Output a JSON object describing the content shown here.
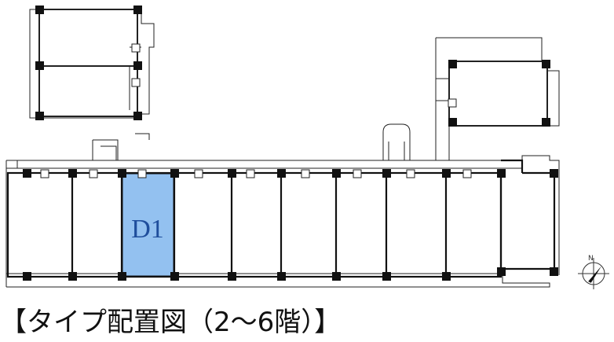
{
  "highlight_color": "#93c1f0",
  "highlight_label_color": "#1f4e9c",
  "highlight_unit": {
    "label": "D1"
  },
  "compass": {
    "label": "N"
  },
  "caption": "【タイプ配置図（2～6階）】"
}
